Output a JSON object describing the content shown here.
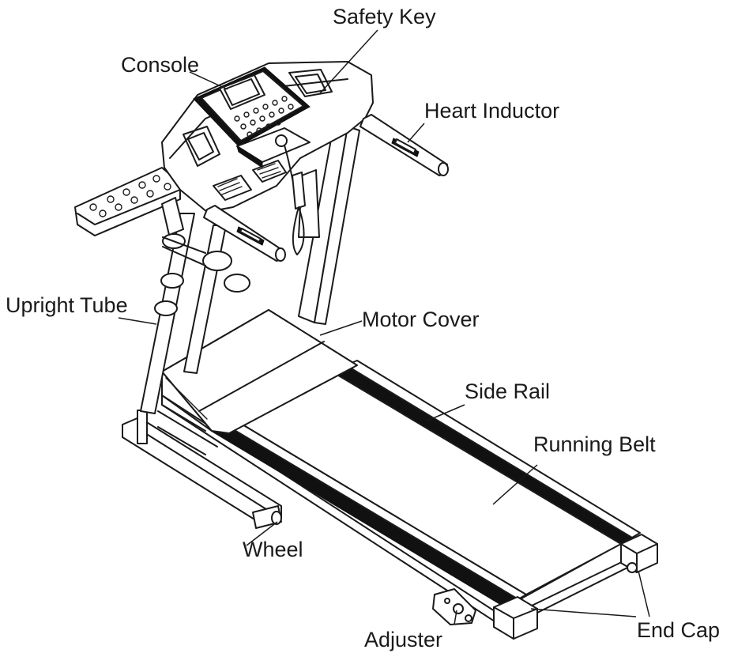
{
  "labels": {
    "safety_key": "Safety Key",
    "console": "Console",
    "heart_inductor": "Heart Inductor",
    "upright_tube": "Upright Tube",
    "motor_cover": "Motor Cover",
    "side_rail": "Side Rail",
    "running_belt": "Running Belt",
    "wheel": "Wheel",
    "adjuster": "Adjuster",
    "end_cap": "End Cap"
  }
}
